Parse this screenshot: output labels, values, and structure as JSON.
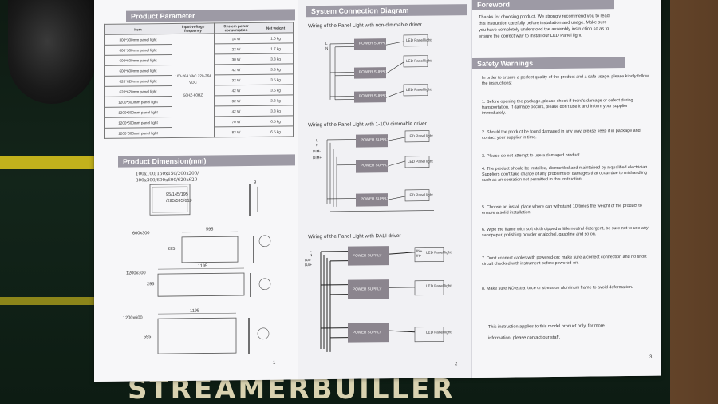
{
  "mat": {
    "brand_text": "STREAMERBUILLER"
  },
  "panel1": {
    "heading_param": "Product Parameter",
    "table_headers": [
      "Item",
      "Input voltage frequency",
      "System power consumption",
      "Net weight"
    ],
    "rows": [
      [
        "300*300mm panel light",
        "18 W",
        "1.0 kg"
      ],
      [
        "600*300mm panel light",
        "22 W",
        "1.7 kg"
      ],
      [
        "600*600mm panel light",
        "30 W",
        "3.3 kg"
      ],
      [
        "600*600mm panel light",
        "42 W",
        "3.3 kg"
      ],
      [
        "620*620mm panel light",
        "32 W",
        "3.5 kg"
      ],
      [
        "620*620mm panel light",
        "42 W",
        "3.5 kg"
      ],
      [
        "1200*300mm panel light",
        "32 W",
        "3.3 kg"
      ],
      [
        "1200*300mm panel light",
        "42 W",
        "3.3 kg"
      ],
      [
        "1200*600mm panel light",
        "70 W",
        "6.5 kg"
      ],
      [
        "1200*600mm panel light",
        "83 W",
        "6.5 kg"
      ]
    ],
    "voltage": "100-264 VAC 220-264 VDC",
    "frequency": "50HZ-60HZ",
    "heading_dim": "Product Dimension(mm)",
    "dim_sizes_line1": "100x100/150x150/200x200/",
    "dim_sizes_line2": "300x300/600x600/620x620",
    "dim_sub_line1": "95/145/195",
    "dim_sub_line2": "/295/595/619",
    "label_600x300": "600x300",
    "w_595": "595",
    "h_295": "295",
    "label_1200x300": "1200x300",
    "w_1195a": "1195",
    "h_295b": "295",
    "label_1200x600": "1200x600",
    "w_1195b": "1195",
    "h_595": "595",
    "depth_9": "9",
    "page_num": "1"
  },
  "panel2": {
    "heading": "System Connection Diagram",
    "d1_title": "Wiring of the Panel Light with non-dimmable driver",
    "d2_title": "Wiring of the Panel Light with 1-10V dimmable driver",
    "d3_title": "Wiring of the Panel Light with DALI driver",
    "power_supply": "POWER SUPPLY",
    "led_panel": "LED Panel light",
    "line_L": "L",
    "line_N": "N",
    "dim_minus": "DIM-",
    "dim_plus": "DIM+",
    "da_minus": "DA-",
    "da_plus": "DA+",
    "in_plus": "IN+",
    "in_minus": "IN-",
    "page_num": "2"
  },
  "panel3": {
    "heading_foreword": "Foreword",
    "foreword_lines": [
      "Thanks for choosing product. We strongly recommend you to read",
      "this instruction carefully before installation and usage. Make sure",
      "you have completely understood the assembly instruction so as to",
      "ensure the correct way to install our LED Panel light."
    ],
    "heading_safety": "Safety Warnings",
    "safety_intro": "In order to ensure a perfect quality of the product and a safe usage, please kindly follow the instructions:",
    "items": [
      "1. Before opening the package, please check if there's damage or defect during transportation. If damage occurs, please don't use it and inform your supplier immediately.",
      "2. Should the product be found damaged in any way, please keep it in package and contact your supplier in time.",
      "3. Please do not attempt to use a damaged product.",
      "4. The product should be installed, dismantled and maintained by a qualified electrician. Suppliers don't take charge of any problems or damages that occur due to mishandling such as an operation not permitted in this instruction.",
      "5. Choose an install place where can withstand 10 times the weight of the product to ensure a solid installation.",
      "6. Wipe the frame with soft cloth dipped a little neutral detergent, be sure not to use any sandpaper, polishing powder or alcohol, gasoline and so on.",
      "7. Don't connect cables with powered-on; make sure a correct connection and no short circuit checked with instrument before powered-on.",
      "8. Make sure NO extra force or stress on aluminum frame to avoid deformation."
    ],
    "closing_line1": "This instruction applies to this model product only, for more",
    "closing_line2": "information, please contact our staff.",
    "page_num": "3"
  }
}
